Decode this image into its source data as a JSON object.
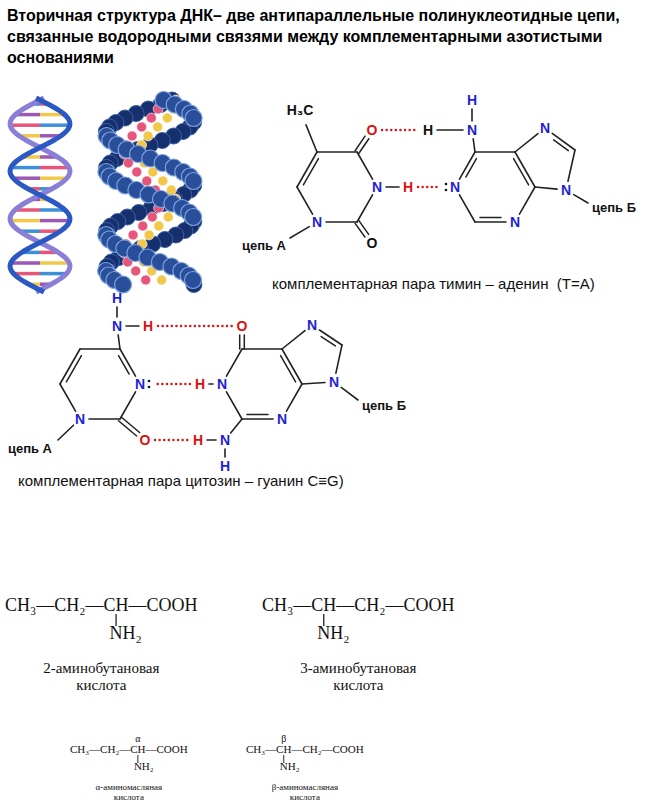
{
  "diagram": {
    "title": "Вторичная структура ДНК– две антипараллельные полинуклеотидные цепи, связанные водородными связями между комплементарными азотистыми основаниями",
    "labels": [
      "H₃C",
      "O",
      "H",
      "N",
      "H",
      "N",
      "N",
      "H",
      "N",
      "N",
      "цепь Б",
      "N",
      "N",
      "O",
      "цепь А",
      "комплементарная пара тимин – аденин  (T=A)",
      "H",
      "N",
      "H",
      "O",
      "N",
      "N",
      "H",
      "N",
      "N",
      "цепь Б",
      "N",
      "N",
      "O",
      "H",
      "N",
      "цепь А",
      "H",
      "комплементарная пара цитозин – гуанин C≡G)",
      "CH₃—CH₂—CH—COOH",
      "NH₂",
      "2-аминобутановая кислота",
      "CH₃—CH—CH₂—COOH",
      "NH₂",
      "3-аминобутановая кислота",
      "α",
      "CH₃—CH₂—CH—COOH",
      "NH₂",
      "α-аминомасляная кислота",
      "β",
      "CH₃—CH—CH₂—COOH",
      "NH₂",
      "β-аминомасляная кислота"
    ]
  }
}
